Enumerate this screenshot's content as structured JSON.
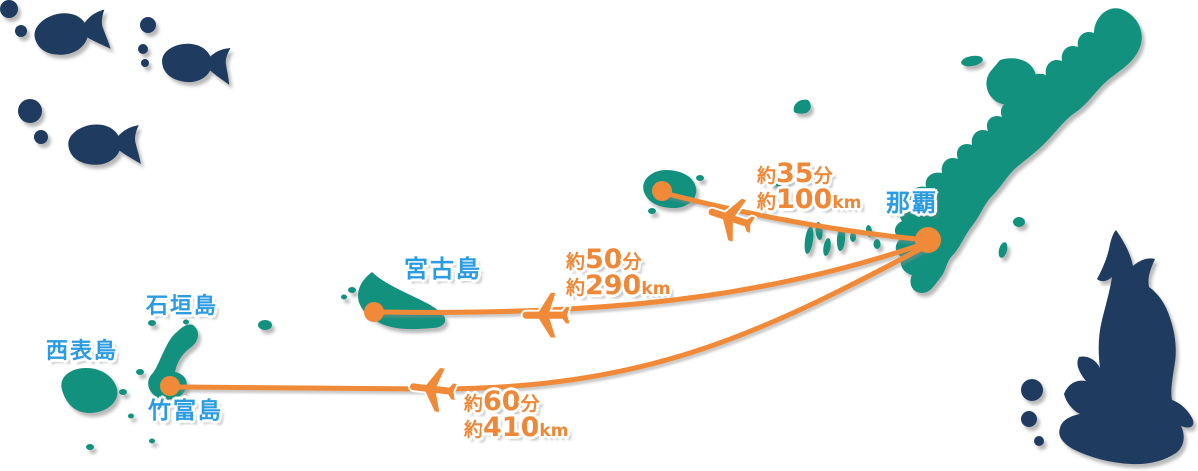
{
  "map": {
    "colors": {
      "island_teal": "#13917F",
      "deep_navy": "#1F3B60",
      "route_orange": "#F08A38",
      "label_blue": "#2B9BE2"
    },
    "hub": {
      "label": "那覇"
    },
    "islands": [
      {
        "label": "宮古島"
      },
      {
        "label": "石垣島"
      },
      {
        "label": "西表島"
      },
      {
        "label": "竹富島"
      }
    ],
    "routes": [
      {
        "time": {
          "pre": "約",
          "num": "35",
          "unit": "分"
        },
        "dist": {
          "pre": "約",
          "num": "100",
          "unit": "km"
        }
      },
      {
        "time": {
          "pre": "約",
          "num": "50",
          "unit": "分"
        },
        "dist": {
          "pre": "約",
          "num": "290",
          "unit": "km"
        }
      },
      {
        "time": {
          "pre": "約",
          "num": "60",
          "unit": "分"
        },
        "dist": {
          "pre": "約",
          "num": "410",
          "unit": "km"
        }
      }
    ],
    "icons": {
      "airplane": "airplane-icon",
      "tropical_fish": "tropical-fish-icon",
      "whale_shark": "whale-shark-icon",
      "bubbles": "bubbles-icon"
    }
  }
}
